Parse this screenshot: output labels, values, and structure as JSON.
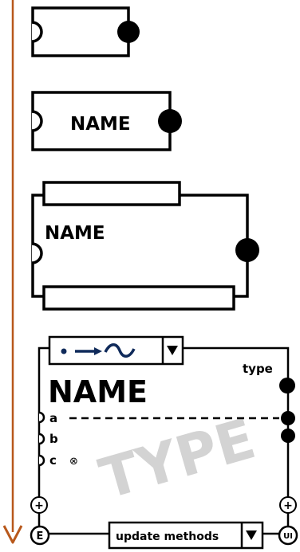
{
  "block2": {
    "name": "NAME"
  },
  "block3": {
    "name": "NAME"
  },
  "block4": {
    "name": "NAME",
    "type_label": "type",
    "watermark": "TYPE",
    "inputs": [
      "a",
      "b",
      "c"
    ],
    "dropdown_symbols": "•⟶∼",
    "dropdown_arrow": "▼",
    "plus_glyph": "+",
    "e_port": "E",
    "ui_port": "UI",
    "update_methods": "update methods",
    "update_arrow": "▼",
    "c_option_glyph": "⊗"
  },
  "colors": {
    "arrow": "#b8581b",
    "stroke": "#000000",
    "watermark": "#d3d3d3"
  }
}
